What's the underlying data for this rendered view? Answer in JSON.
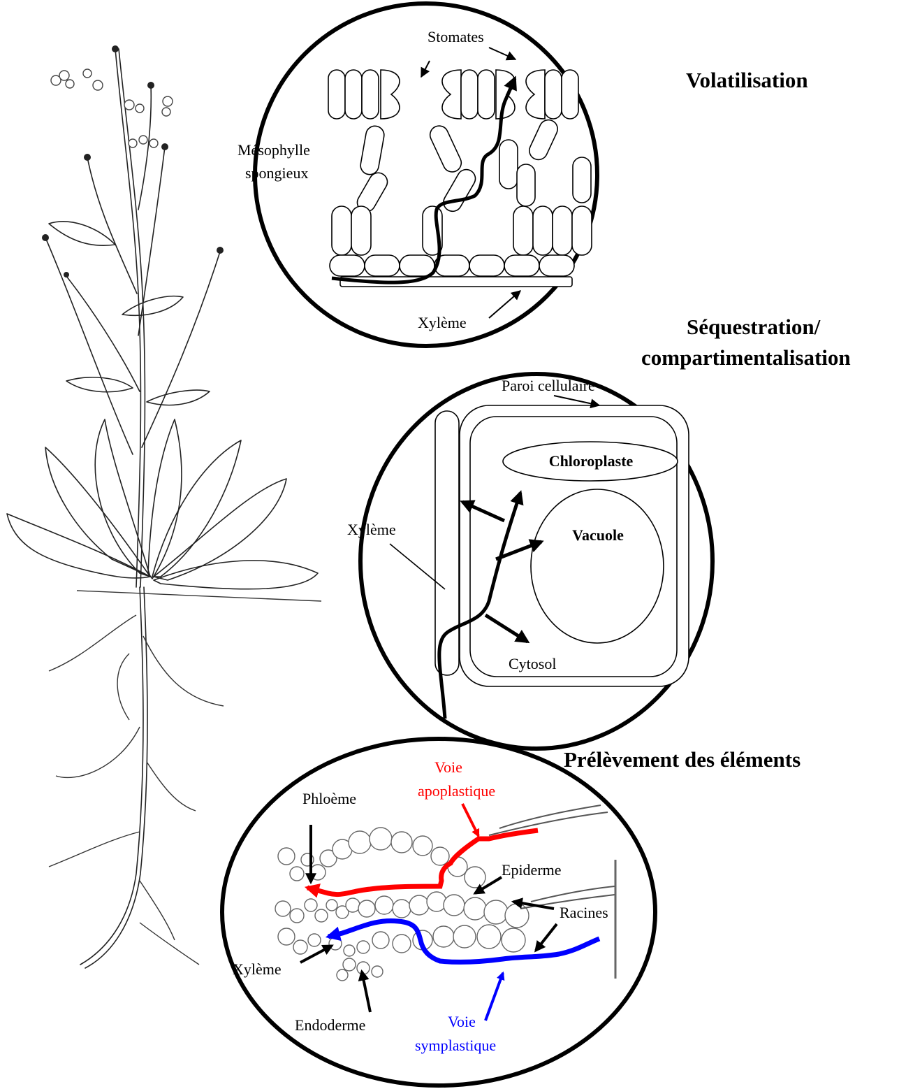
{
  "titles": {
    "volatilisation": "Volatilisation",
    "sequestration_line1": "Séquestration/",
    "sequestration_line2": "compartimentalisation",
    "prelevement": "Prélèvement des éléments"
  },
  "leaf_panel": {
    "stomates": "Stomates",
    "mesophylle_line1": "Mésophylle",
    "mesophylle_line2": "spongieux",
    "xyleme": "Xylème"
  },
  "cell_panel": {
    "paroi": "Paroi cellulaire",
    "chloroplaste": "Chloroplaste",
    "vacuole": "Vacuole",
    "xyleme": "Xylème",
    "cytosol": "Cytosol"
  },
  "root_panel": {
    "phloeme": "Phloème",
    "voie_apo_line1": "Voie",
    "voie_apo_line2": "apoplastique",
    "epiderme": "Epiderme",
    "racines": "Racines",
    "xyleme": "Xylème",
    "endoderme": "Endoderme",
    "voie_sym_line1": "Voie",
    "voie_sym_line2": "symplastique"
  },
  "colors": {
    "apoplastic": "#ff0000",
    "symplastic": "#0000ff",
    "ink": "#000000"
  }
}
